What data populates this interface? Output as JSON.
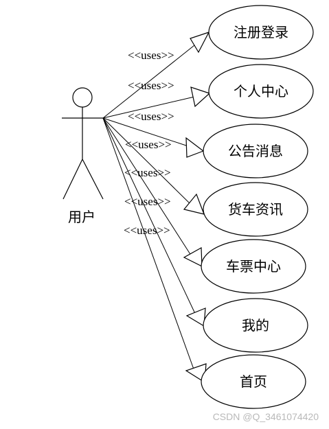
{
  "diagram": {
    "actor": {
      "label": "用户"
    },
    "stereotype": "<<uses>>",
    "use_cases": [
      {
        "label": "注册登录"
      },
      {
        "label": "个人中心"
      },
      {
        "label": "公告消息"
      },
      {
        "label": "货车资讯"
      },
      {
        "label": "车票中心"
      },
      {
        "label": "我的"
      },
      {
        "label": "首页"
      }
    ]
  },
  "watermark": "CSDN @Q_3461074420"
}
